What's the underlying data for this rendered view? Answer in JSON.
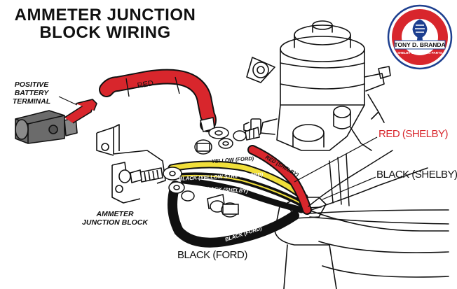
{
  "title": {
    "line1": "AMMETER JUNCTION",
    "line2": "BLOCK WIRING"
  },
  "labels": {
    "positive_terminal": [
      "POSITIVE",
      "BATTERY",
      "TERMINAL"
    ],
    "junction_block": [
      "AMMETER",
      "JUNCTION BLOCK"
    ],
    "red_shelby": "RED (SHELBY)",
    "black_shelby": "BLACK (SHELBY)",
    "black_ford": "BLACK (FORD)"
  },
  "wire_labels": {
    "red_cable": "RED",
    "yellow_ford": "YELLOW (FORD)",
    "black_yellow_stripe": "BLACK (YELLOW STRIPE (FORD)",
    "black_shelby_small": "BLACK (SHELBY)",
    "black_ford_small": "BLACK (FORD)",
    "red_shelby_small": "RED (SHELBY)"
  },
  "logo": {
    "name": "TONY D. BRANDA",
    "tagline": "SHELBY & MUSTANG PARTS",
    "colors": {
      "ring": "#d8262c",
      "outline": "#1d3f8f",
      "inner": "#ffffff"
    }
  },
  "colors": {
    "red_wire": "#d8262c",
    "yellow_wire": "#f1df3a",
    "black_wire": "#111111"
  }
}
